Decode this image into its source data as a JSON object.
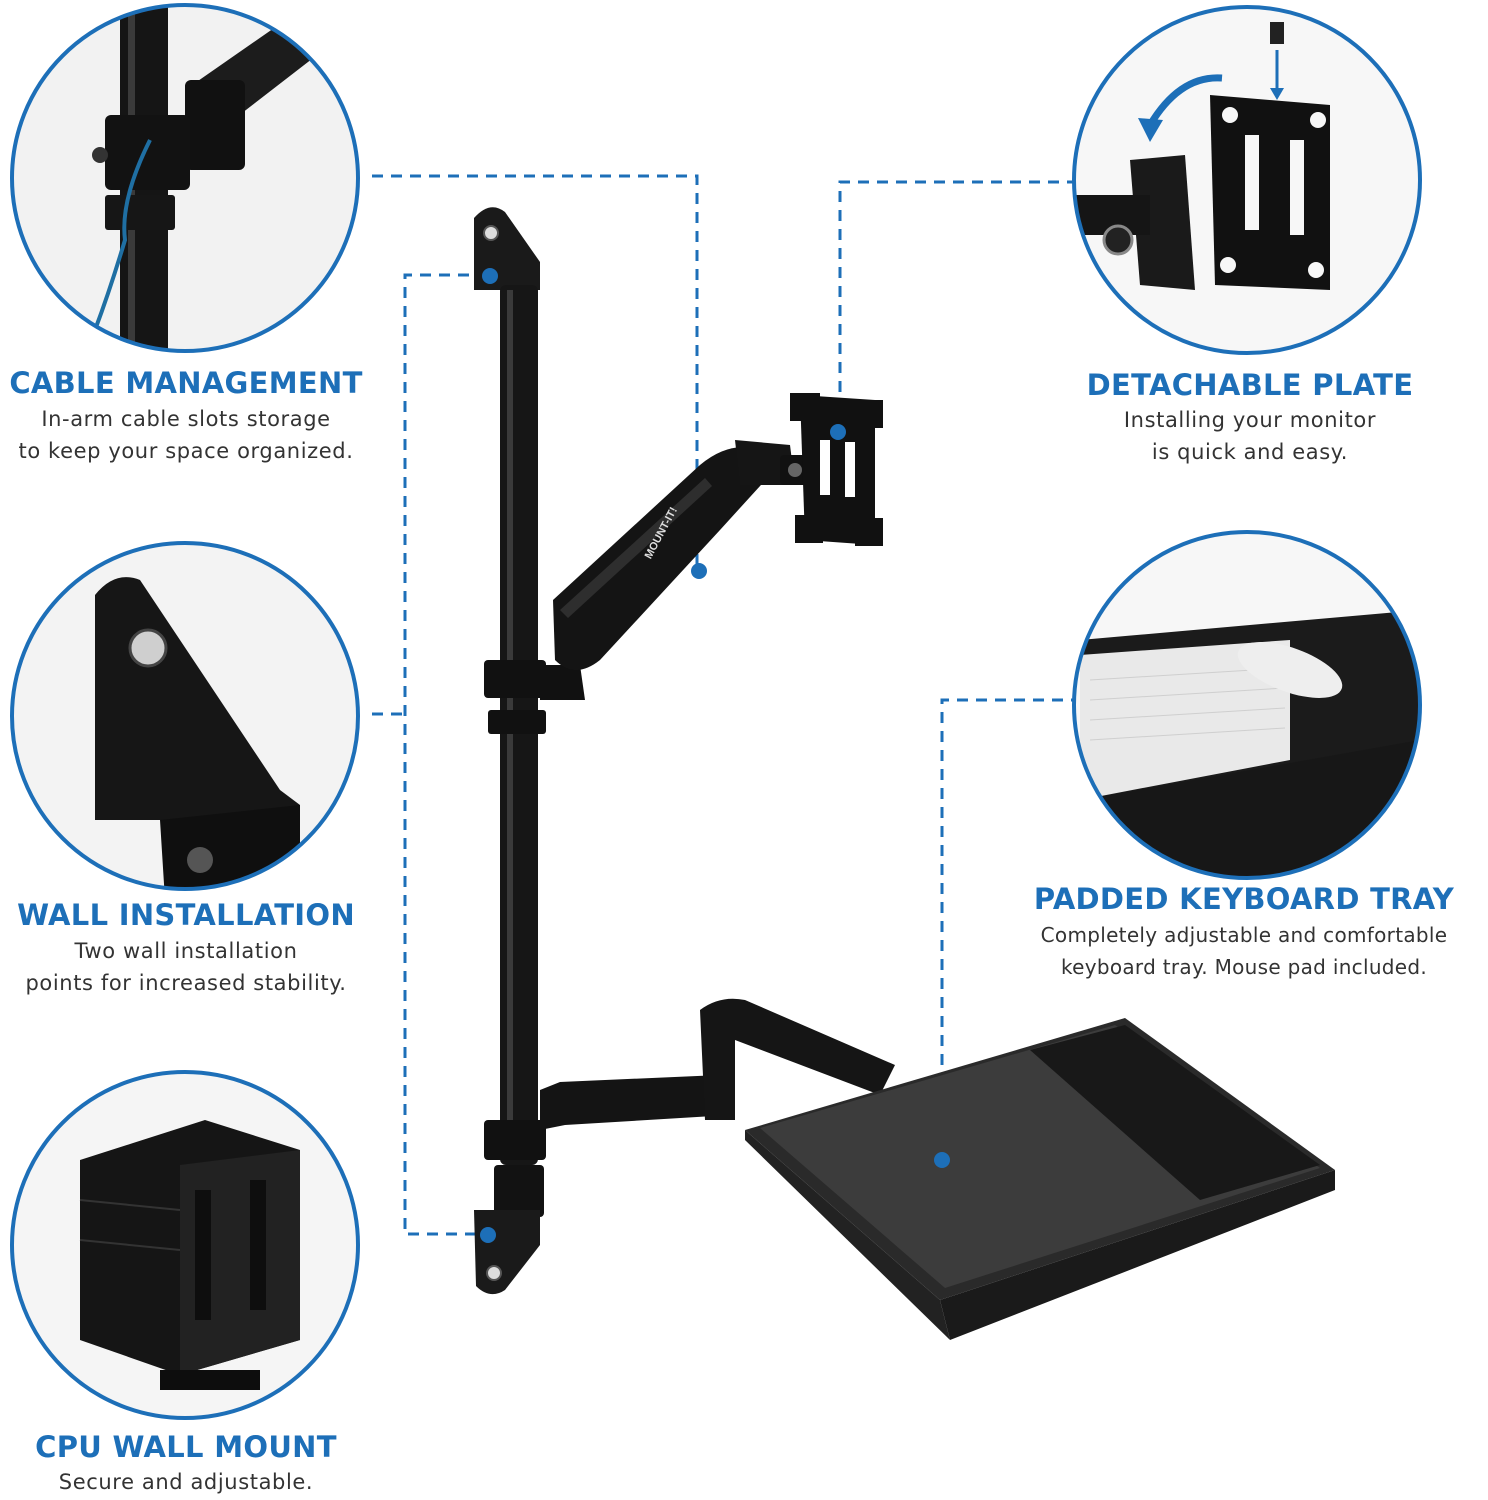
{
  "features": [
    {
      "title": "CABLE MANAGEMENT",
      "lines": [
        "In-arm cable slots storage",
        "to keep your space organized."
      ]
    },
    {
      "title": "DETACHABLE PLATE",
      "lines": [
        "Installing your monitor",
        "is quick and easy."
      ]
    },
    {
      "title": "WALL INSTALLATION",
      "lines": [
        "Two wall installation",
        "points for increased stability."
      ]
    },
    {
      "title": "PADDED KEYBOARD TRAY",
      "lines": [
        "Completely adjustable and comfortable",
        "keyboard tray. Mouse pad included."
      ]
    },
    {
      "title": "CPU WALL MOUNT",
      "lines": [
        "Secure and adjustable."
      ]
    }
  ],
  "brand_label": "MOUNT-IT!",
  "colors": {
    "accent": "#1d6fb8",
    "product": "#141414",
    "text": "#333333"
  }
}
